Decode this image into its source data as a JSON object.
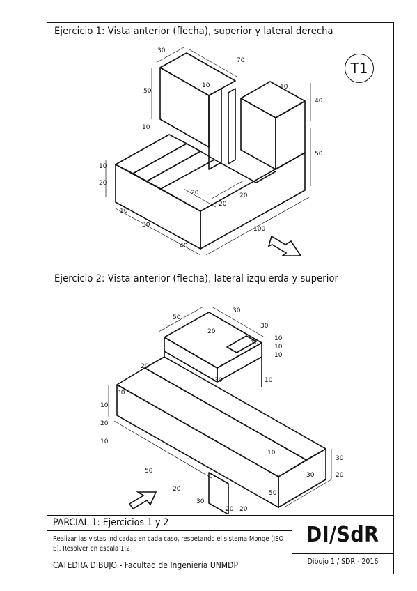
{
  "exercise1": {
    "title": "Ejercicio 1: Vista anterior (flecha), superior y lateral derecha",
    "badge": "T1",
    "dims": {
      "d30": "30",
      "d70": "70",
      "d50": "50",
      "d10a": "10",
      "d10b": "10",
      "d40": "40",
      "d10c": "10",
      "d50b": "50",
      "d10d": "10",
      "d20a": "20",
      "d20b": "20",
      "d20c": "20",
      "d20d": "20",
      "d10e": "10",
      "d30b": "30",
      "d40b": "40",
      "d100": "100"
    }
  },
  "exercise2": {
    "title": "Ejercicio 2: Vista anterior (flecha), lateral izquierda y superior",
    "dims": {
      "e50": "50",
      "e30a": "30",
      "e20a": "20",
      "e30b": "30",
      "e10a": "10",
      "e10b": "10",
      "e10c": "10",
      "e10d": "10",
      "e20b": "20",
      "e30c": "30",
      "e10e": "10",
      "e30d": "30",
      "e10f": "10",
      "e20c": "20",
      "e10g": "10",
      "e30e": "30",
      "e20d": "20",
      "e10h": "10",
      "e50b": "50",
      "e20e": "20",
      "e30f": "30",
      "e50c": "50",
      "e20f": "20",
      "e20g": "20",
      "e30g": "30"
    }
  },
  "title_block": {
    "title": "PARCIAL 1: Ejercicios 1 y 2",
    "instructions": "Realizar las vistas indicadas en cada caso, respetando el sistema Monge (ISO E). Resolver en escala 1:2",
    "catedra": "CATEDRA DIBUJO - Facultad de Ingeniería UNMDP",
    "logo": "DI/SdR",
    "sheet": "Dibujo 1 / SDR - 2016"
  }
}
